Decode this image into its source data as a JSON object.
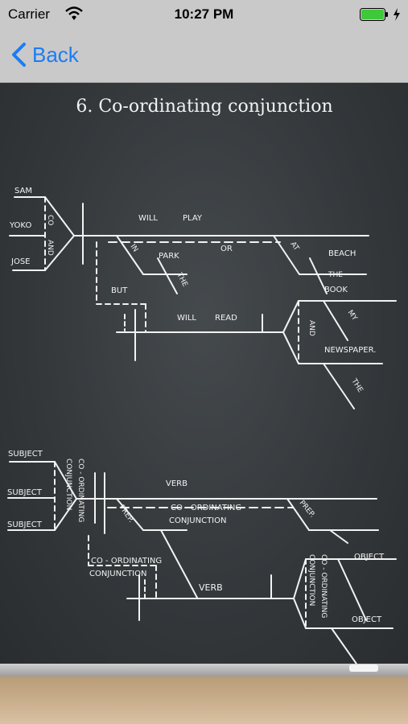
{
  "status": {
    "carrier": "Carrier",
    "time": "10:27 PM"
  },
  "nav": {
    "back_label": "Back"
  },
  "board": {
    "title": "6. Co-ordinating conjunction",
    "example": {
      "sam": "SAM",
      "yoko": "YOKO",
      "jose": "JOSE",
      "co": "CO",
      "and1": "AND",
      "will1": "WILL",
      "play": "PLAY",
      "in": "IN",
      "park": "PARK",
      "the1": "THE",
      "or": "OR",
      "at": "AT",
      "beach": "BEACH",
      "the2": "THE",
      "but": "BUT",
      "will2": "WILL",
      "read": "READ",
      "book": "BOOK",
      "and2": "AND",
      "my": "MY",
      "newspaper": "NEWSPAPER.",
      "the3": "THE"
    },
    "template": {
      "subject1": "SUBJECT",
      "subject2": "SUBJECT",
      "subject3": "SUBJECT",
      "coord_vertical": "CO - ORDINATING",
      "conj_vertical": "CONJUNCTION",
      "verb1": "VERB",
      "coord_mid": "CO - ORDINATING",
      "conj_mid": "CONJUNCTION",
      "prep1": "PREP.",
      "prep2": "PREP.",
      "coord_lower": "CO - ORDINATING",
      "conj_lower": "CONJUNCTION",
      "verb2": "VERB",
      "object1": "OBJECT",
      "object2": "OBJECT",
      "coord_right": "CO - ORDINATING",
      "conj_right": "CONJUNCTION"
    }
  }
}
